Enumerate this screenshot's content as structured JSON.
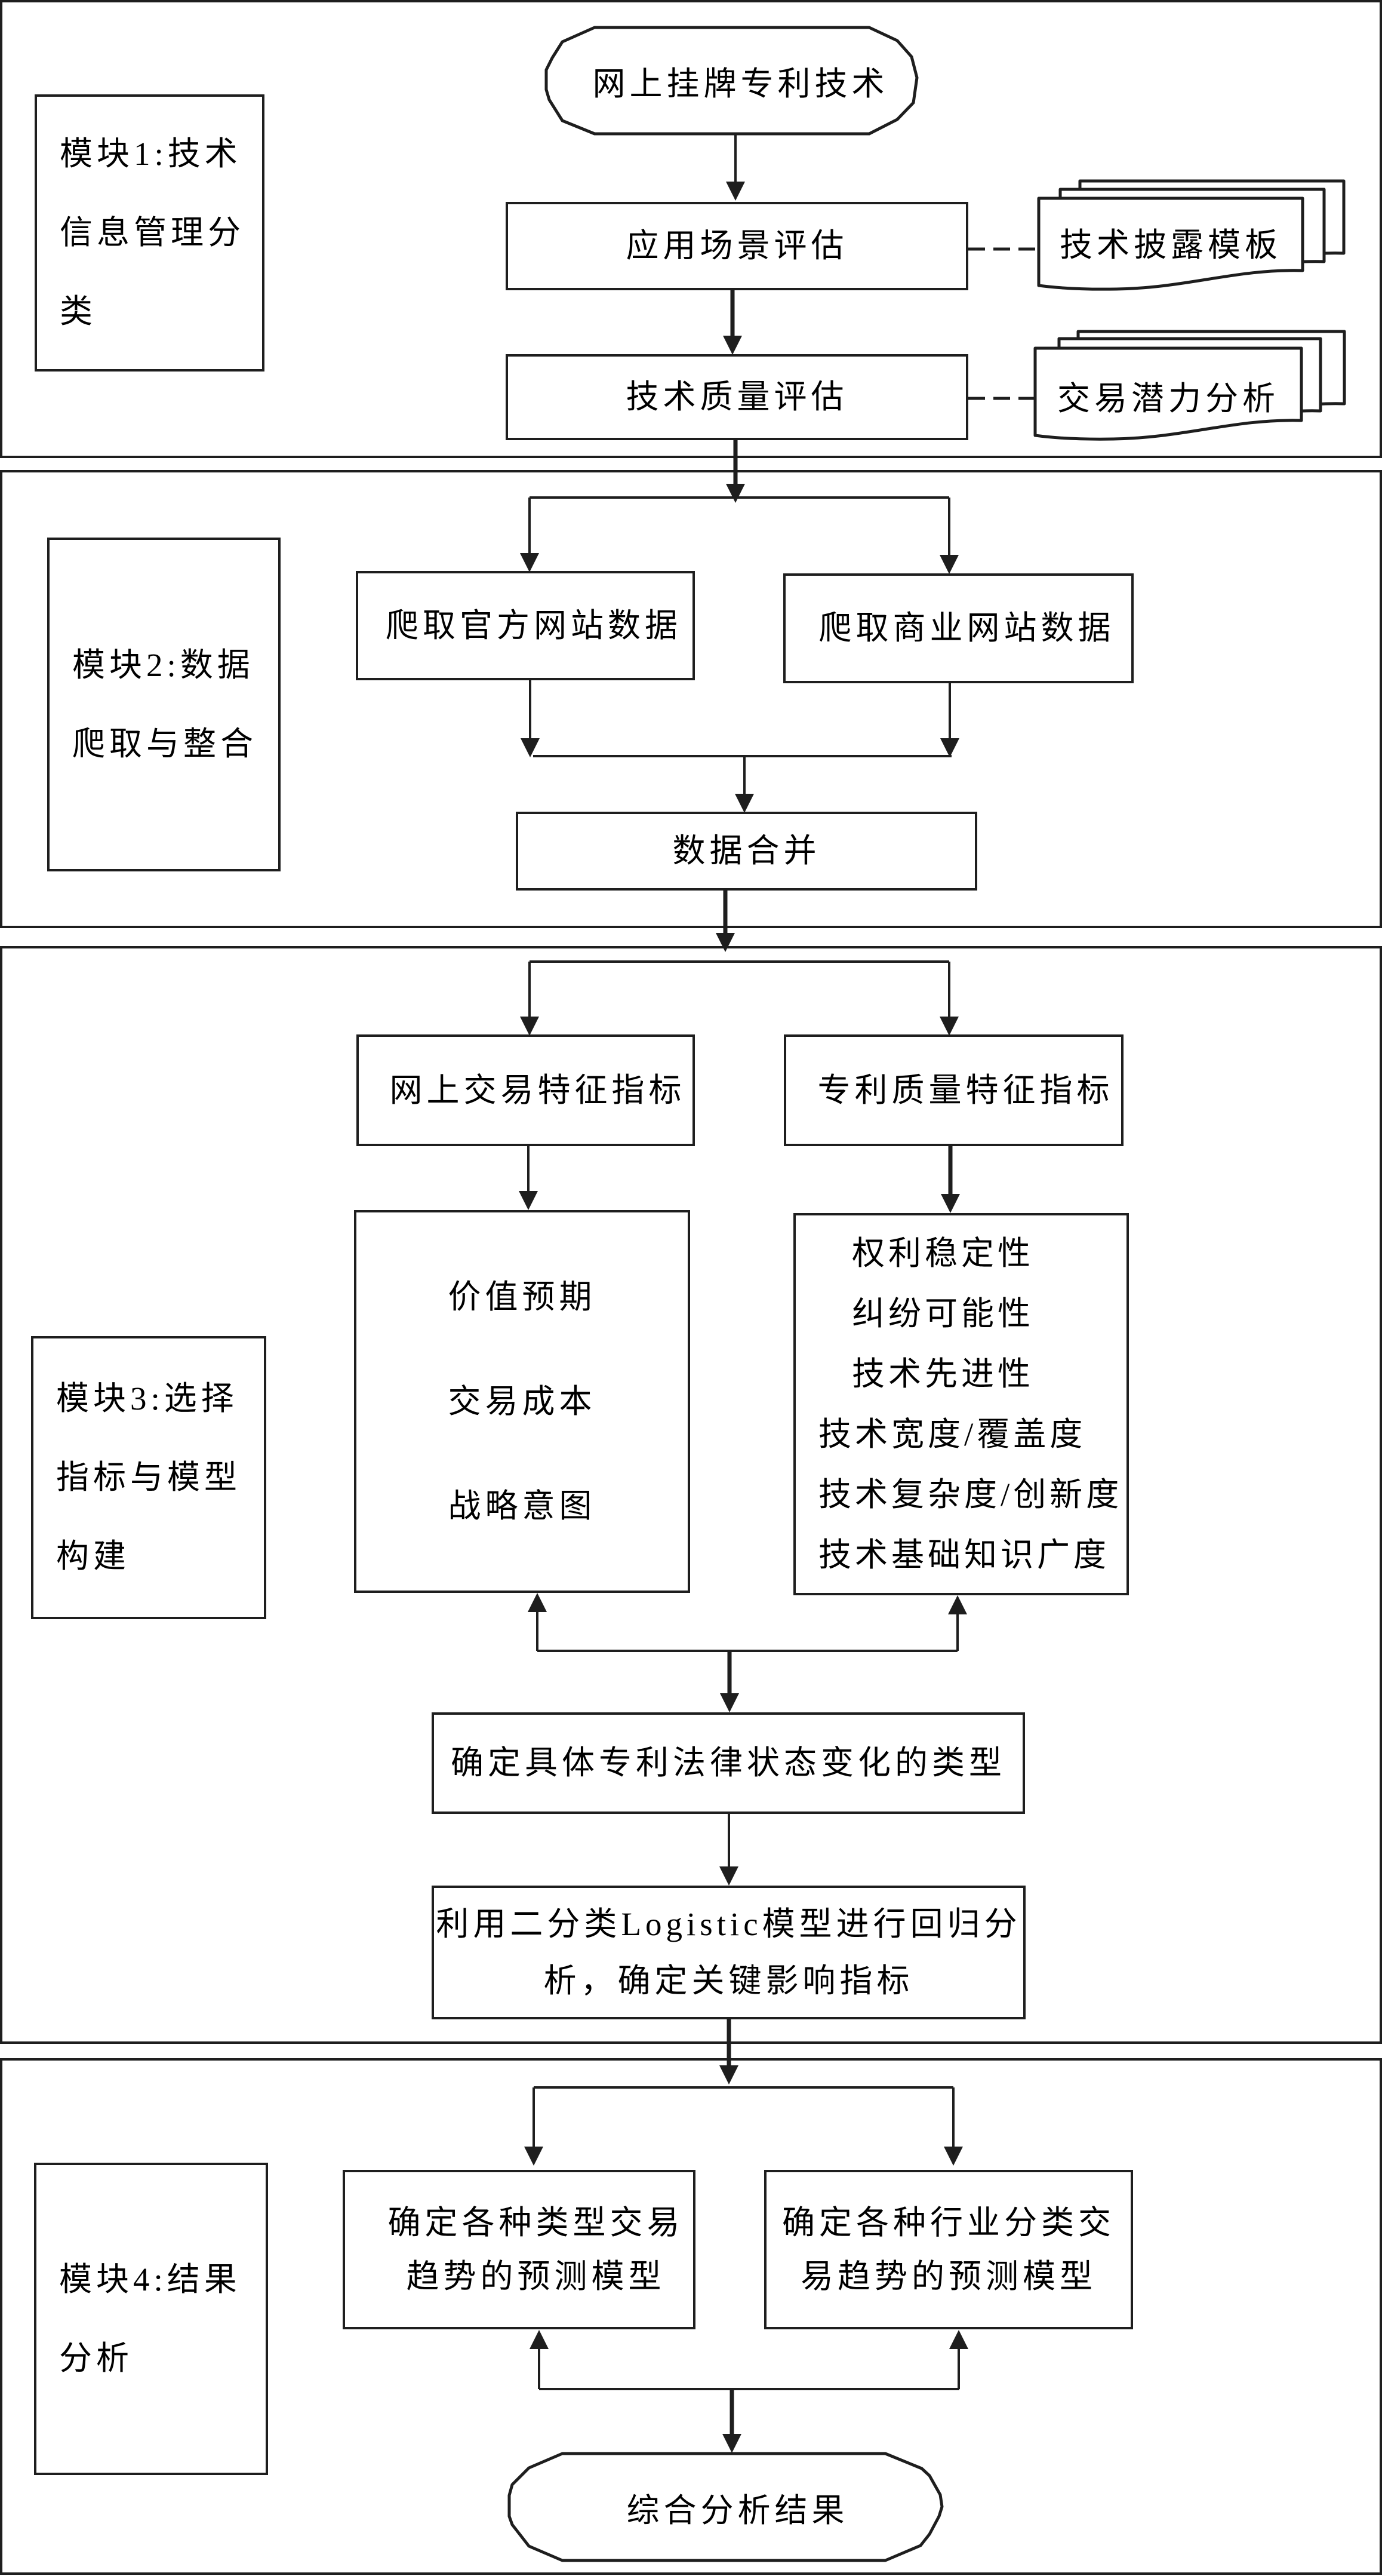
{
  "colors": {
    "line": "#1e1e1e",
    "text": "#000000",
    "background": "#ffffff"
  },
  "modules": [
    {
      "label": [
        "模块1:技术",
        "信息管理分",
        "类"
      ],
      "start": "网上挂牌专利技术",
      "steps": [
        "应用场景评估",
        "技术质量评估"
      ],
      "documents": [
        "技术披露模板",
        "交易潜力分析"
      ]
    },
    {
      "label": [
        "模块2:数据",
        "爬取与整合"
      ],
      "sources": [
        "爬取官方网站数据",
        "爬取商业网站数据"
      ],
      "merge": "数据合并"
    },
    {
      "label": [
        "模块3:选择",
        "指标与模型",
        "构建"
      ],
      "indicator_groups": [
        {
          "title": "网上交易特征指标",
          "items": [
            "价值预期",
            "交易成本",
            "战略意图"
          ]
        },
        {
          "title": "专利质量特征指标",
          "items": [
            "权利稳定性",
            "纠纷可能性",
            "技术先进性",
            "技术宽度/覆盖度",
            "技术复杂度/创新度",
            "技术基础知识广度"
          ]
        }
      ],
      "status_type": "确定具体专利法律状态变化的类型",
      "regression": [
        "利用二分类Logistic模型进行回归分",
        "析，确定关键影响指标"
      ]
    },
    {
      "label": [
        "模块4:结果",
        "分析"
      ],
      "models": [
        [
          "确定各种类型交易",
          "趋势的预测模型"
        ],
        [
          "确定各种行业分类交",
          "易趋势的预测模型"
        ]
      ],
      "end": "综合分析结果"
    }
  ],
  "connections": [
    {
      "from": "网上挂牌专利技术",
      "to": "应用场景评估",
      "style": "arrow"
    },
    {
      "from": "应用场景评估",
      "to": "技术质量评估",
      "style": "arrow"
    },
    {
      "from": "应用场景评估",
      "to": "技术披露模板",
      "style": "dashed"
    },
    {
      "from": "技术质量评估",
      "to": "交易潜力分析",
      "style": "dashed"
    },
    {
      "from": "技术质量评估",
      "to": [
        "爬取官方网站数据",
        "爬取商业网站数据"
      ],
      "style": "split-arrow"
    },
    {
      "from": [
        "爬取官方网站数据",
        "爬取商业网站数据"
      ],
      "to": "数据合并",
      "style": "merge-arrow"
    },
    {
      "from": "数据合并",
      "to": [
        "网上交易特征指标",
        "专利质量特征指标"
      ],
      "style": "split-arrow"
    },
    {
      "from": "网上交易特征指标",
      "to": "价值预期 / 交易成本 / 战略意图",
      "style": "arrow"
    },
    {
      "from": "专利质量特征指标",
      "to": "权利稳定性 … 技术基础知识广度",
      "style": "arrow"
    },
    {
      "from": "确定具体专利法律状态变化的类型",
      "to": [
        "网上交易特征指标组",
        "专利质量特征指标组"
      ],
      "style": "split-arrow-up"
    },
    {
      "from": "确定具体专利法律状态变化的类型",
      "to": "利用二分类Logistic模型进行回归分析，确定关键影响指标",
      "style": "arrow"
    },
    {
      "from": "利用二分类Logistic模型进行回归分析，确定关键影响指标",
      "to": [
        "确定各种类型交易趋势的预测模型",
        "确定各种行业分类交易趋势的预测模型"
      ],
      "style": "split-arrow"
    },
    {
      "from": "综合分析结果",
      "to": [
        "确定各种类型交易趋势的预测模型",
        "确定各种行业分类交易趋势的预测模型"
      ],
      "style": "split-arrow-up"
    }
  ]
}
